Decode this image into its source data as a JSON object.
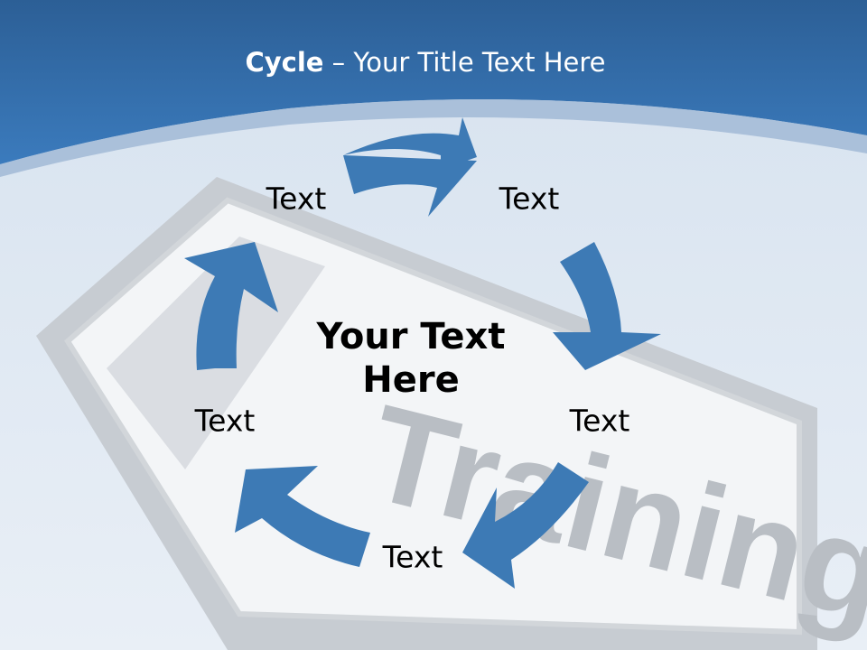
{
  "title": {
    "bold": "Cycle",
    "rest": " – Your Title Text Here"
  },
  "center_text": {
    "line1": "Your Text",
    "line2": "Here"
  },
  "cycle_labels": [
    "Text",
    "Text",
    "Text",
    "Text",
    "Text"
  ],
  "sign_text": "Training",
  "colors": {
    "header": "#2f6aa6",
    "arrow": "#3d7ab5",
    "sign": "#f4f6f8",
    "sign_border": "#bfc5cb"
  }
}
